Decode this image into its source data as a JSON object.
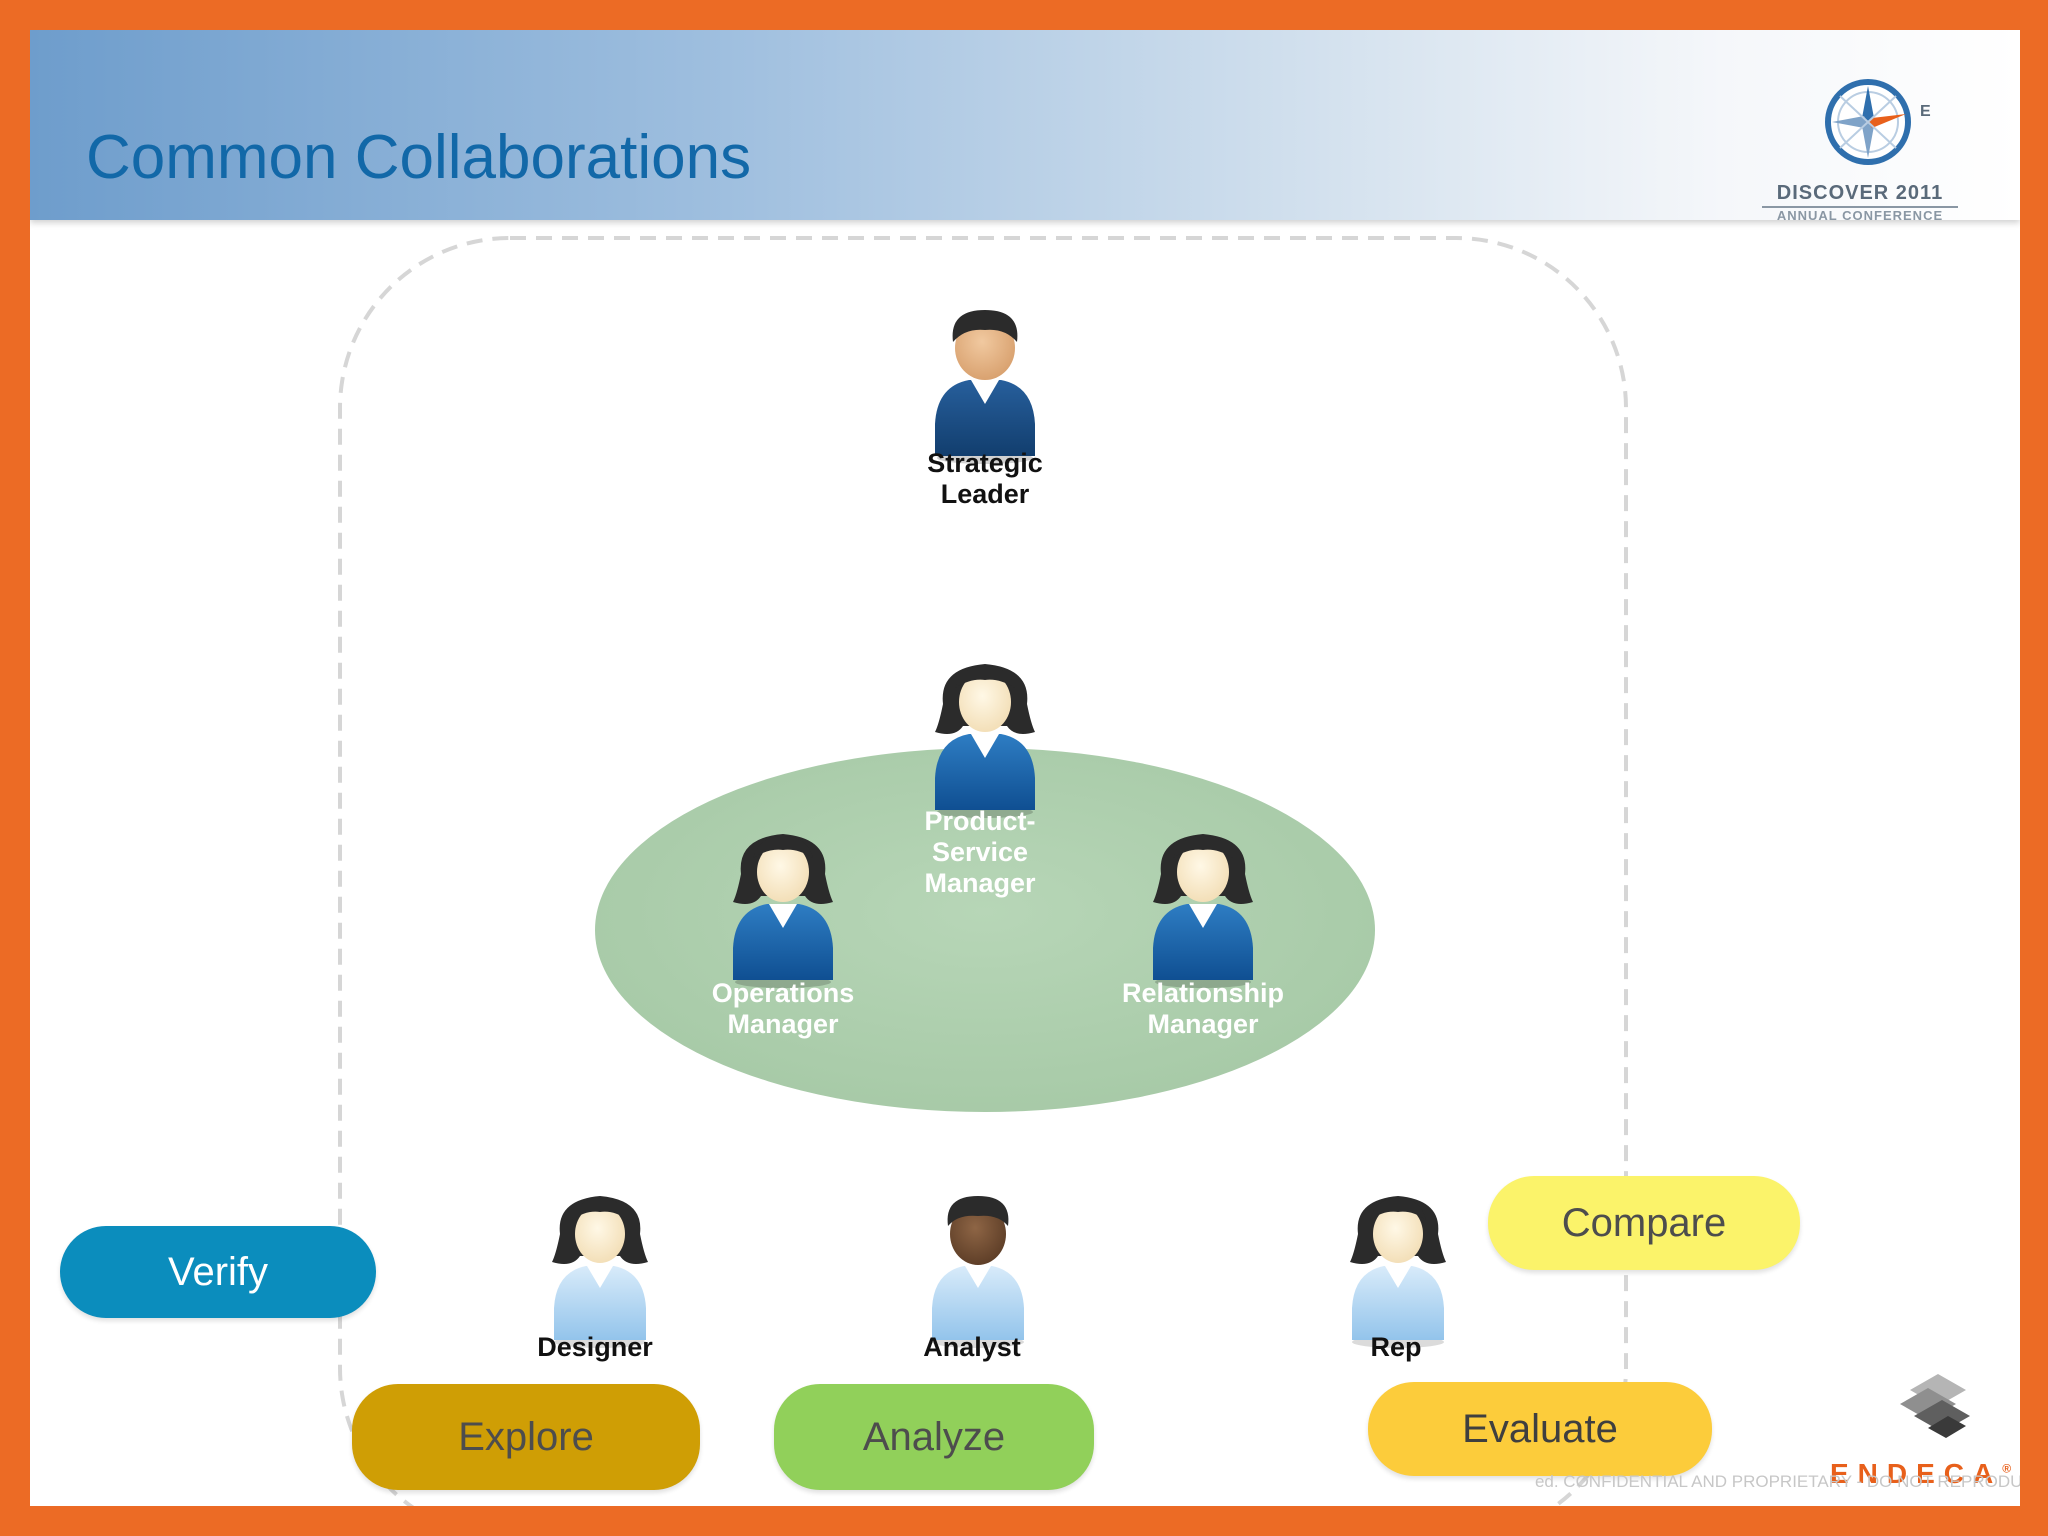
{
  "page": {
    "title": "Common Collaborations"
  },
  "conference_logo": {
    "name": "DISCOVER 2011",
    "subtitle": "ANNUAL CONFERENCE",
    "compass_letter": "E",
    "icon": "compass-icon"
  },
  "roles": {
    "strategic_leader": {
      "label": "Strategic\nLeader",
      "icon": "person-icon"
    },
    "product_service_manager": {
      "label": "Product-\nService\nManager",
      "icon": "person-icon"
    },
    "operations_manager": {
      "label": "Operations\nManager",
      "icon": "person-icon"
    },
    "relationship_manager": {
      "label": "Relationship\nManager",
      "icon": "person-icon"
    },
    "designer": {
      "label": "Designer",
      "icon": "person-icon"
    },
    "analyst": {
      "label": "Analyst",
      "icon": "person-icon"
    },
    "rep": {
      "label": "Rep",
      "icon": "person-icon"
    }
  },
  "actions": {
    "verify": "Verify",
    "explore": "Explore",
    "analyze": "Analyze",
    "compare": "Compare",
    "evaluate": "Evaluate"
  },
  "vendor_logo": {
    "name": "ENDECA",
    "mark": "®"
  },
  "footer": {
    "note": "ed.  CONFIDENTIAL AND PROPRIETARY - DO NOT REPRODUCE"
  },
  "colors": {
    "frame": "#ec6b25",
    "title": "#1268a8",
    "cluster": "#b2d2b2",
    "verify": "#0b8dbd",
    "explore": "#cf9e05",
    "analyze": "#91d05a",
    "compare": "#fbf36a",
    "evaluate": "#fccc3b"
  }
}
